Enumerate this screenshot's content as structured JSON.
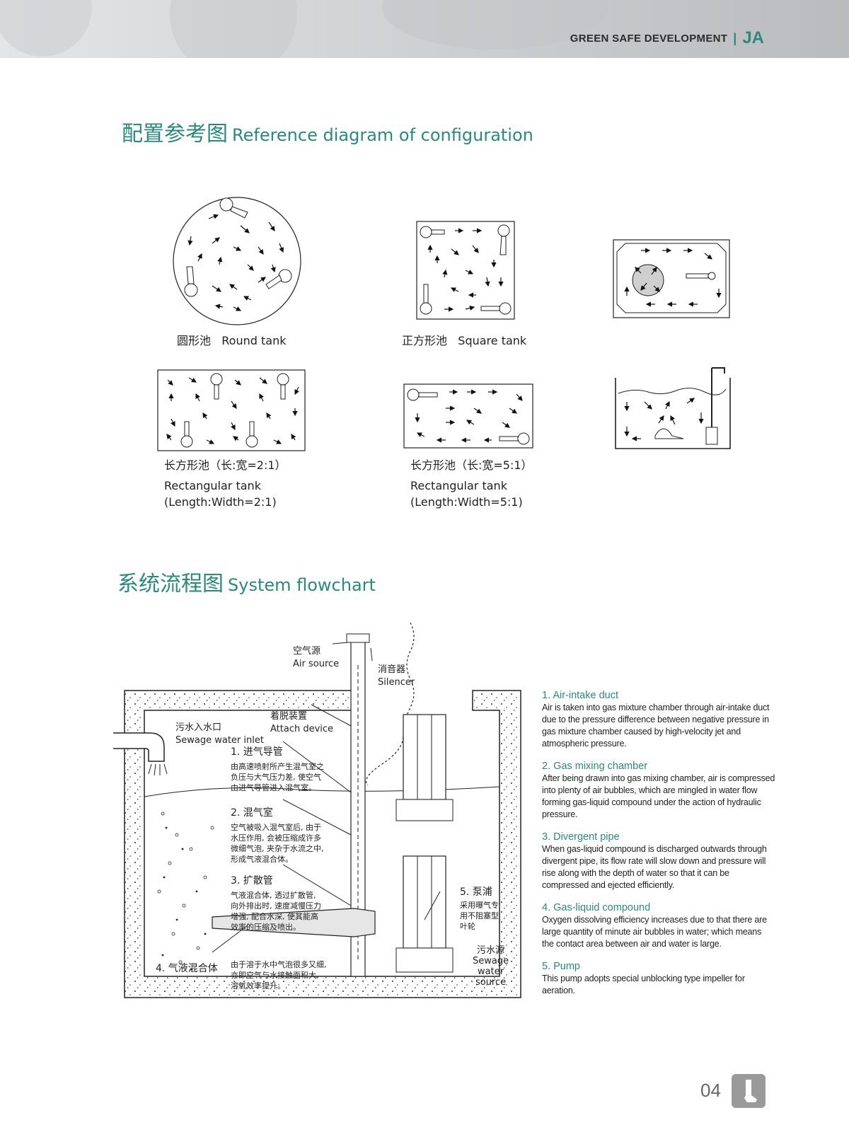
{
  "header": {
    "brand_text": "GREEN SAFE DEVELOPMENT",
    "separator": "|",
    "logo": "JA"
  },
  "section1": {
    "title_cn": "配置参考图",
    "title_en": "Reference diagram of configuration",
    "round": {
      "cn": "圆形池",
      "en": "Round tank"
    },
    "square": {
      "cn": "正方形池",
      "en": "Square tank"
    },
    "rect21": {
      "cn": "长方形池（长:宽=2:1）",
      "en": "Rectangular tank",
      "ratio": "(Length:Width=2:1)"
    },
    "rect51": {
      "cn": "长方形池（长:宽=5:1）",
      "en": "Rectangular tank",
      "ratio": "(Length:Width=5:1)"
    }
  },
  "section2": {
    "title_cn": "系统流程图",
    "title_en": "System flowchart",
    "labels": {
      "air_source_cn": "空气源",
      "air_source_en": "Air source",
      "silencer_cn": "消音器",
      "silencer_en": "Silencer",
      "inlet_cn": "污水入水口",
      "inlet_en": "Sewage water inlet",
      "attach_cn": "着脱装置",
      "attach_en": "Attach device",
      "l1_title": "1. 进气导管",
      "l1_body": [
        "由高速喷射所产生混气室之",
        "负压与大气压力差, 使空气",
        "由进气导管进入混气室。"
      ],
      "l2_title": "2. 混气室",
      "l2_body": [
        "空气被吸入混气室后, 由于",
        "水压作用, 会被压缩成许多",
        "微细气泡, 夹杂于水流之中,",
        "形成气液混合体。"
      ],
      "l3_title": "3. 扩散管",
      "l3_body": [
        "气液混合体, 透过扩散管,",
        "向外排出时, 速度减慢压力",
        "增强, 配合水深, 使其能高",
        "效率的压缩及喷出。"
      ],
      "l4_title": "4. 气液混合体",
      "l4_body": [
        "由于溶于水中气泡很多又细,",
        "亦即空气与水接触面积大,",
        "溶氧效率提升。"
      ],
      "l5_title": "5. 泵浦",
      "l5_body": [
        "采用曝气专",
        "用不阻塞型",
        "叶轮"
      ],
      "source_cn": "污水源",
      "source_en1": "Sewage",
      "source_en2": "water",
      "source_en3": "source"
    },
    "notes": [
      {
        "title": "1. Air-intake duct",
        "body": "Air is taken into gas mixture chamber through air-intake duct due to the pressure difference between negative pressure in gas mixture chamber caused by high-velocity jet and atmospheric pressure."
      },
      {
        "title": "2. Gas mixing chamber",
        "body": "After being drawn into gas mixing chamber, air is compressed into plenty of air bubbles, which are mingled in water flow forming gas-liquid compound under the action of hydraulic pressure."
      },
      {
        "title": "3. Divergent pipe",
        "body": "When gas-liquid compound is discharged outwards through divergent pipe, its flow rate will slow down and pressure will rise along with the depth of water so that it can be compressed and ejected efficiently."
      },
      {
        "title": "4. Gas-liquid compound",
        "body": "Oxygen dissolving efficiency increases due to that there are large quantity of minute air bubbles in water; which means the contact area between air and water is large."
      },
      {
        "title": "5. Pump",
        "body": "This pump adopts special unblocking type impeller for aeration."
      }
    ]
  },
  "footer": {
    "page_number": "04"
  }
}
